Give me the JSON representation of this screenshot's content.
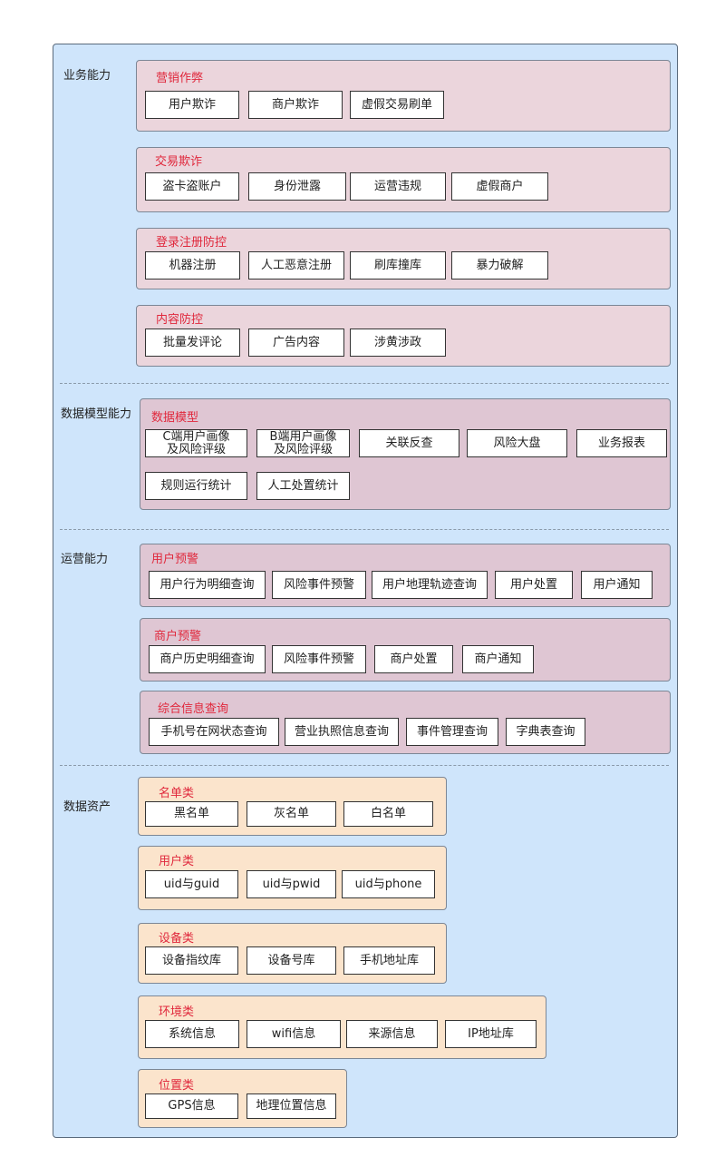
{
  "colors": {
    "canvas": "#cfe5fb",
    "group_pink": "#ebd5dc",
    "group_mauve": "#dfc6d3",
    "group_peach": "#fbe4cc",
    "group_title": "#e0283c"
  },
  "sections": [
    {
      "label": "业务能力",
      "groups": [
        {
          "title": "营销作弊",
          "items": [
            "用户欺诈",
            "商户欺诈",
            "虚假交易刷单"
          ]
        },
        {
          "title": "交易欺诈",
          "items": [
            "盗卡盗账户",
            "身份泄露",
            "运营违规",
            "虚假商户"
          ]
        },
        {
          "title": "登录注册防控",
          "items": [
            "机器注册",
            "人工恶意注册",
            "刷库撞库",
            "暴力破解"
          ]
        },
        {
          "title": "内容防控",
          "items": [
            "批量发评论",
            "广告内容",
            "涉黄涉政"
          ]
        }
      ]
    },
    {
      "label": "数据模型能力",
      "groups": [
        {
          "title": "数据模型",
          "items": [
            "C端用户画像\n及风险评级",
            "B端用户画像\n及风险评级",
            "关联反查",
            "风险大盘",
            "业务报表",
            "规则运行统计",
            "人工处置统计"
          ]
        }
      ]
    },
    {
      "label": "运营能力",
      "groups": [
        {
          "title": "用户预警",
          "items": [
            "用户行为明细查询",
            "风险事件预警",
            "用户地理轨迹查询",
            "用户处置",
            "用户通知"
          ]
        },
        {
          "title": "商户预警",
          "items": [
            "商户历史明细查询",
            "风险事件预警",
            "商户处置",
            "商户通知"
          ]
        },
        {
          "title": "综合信息查询",
          "items": [
            "手机号在网状态查询",
            "营业执照信息查询",
            "事件管理查询",
            "字典表查询"
          ]
        }
      ]
    },
    {
      "label": "数据资产",
      "groups": [
        {
          "title": "名单类",
          "items": [
            "黑名单",
            "灰名单",
            "白名单"
          ]
        },
        {
          "title": "用户类",
          "items": [
            "uid与guid",
            "uid与pwid",
            "uid与phone"
          ]
        },
        {
          "title": "设备类",
          "items": [
            "设备指纹库",
            "设备号库",
            "手机地址库"
          ]
        },
        {
          "title": "环境类",
          "items": [
            "系统信息",
            "wifi信息",
            "来源信息",
            "IP地址库"
          ]
        },
        {
          "title": "位置类",
          "items": [
            "GPS信息",
            "地理位置信息"
          ]
        }
      ]
    }
  ]
}
